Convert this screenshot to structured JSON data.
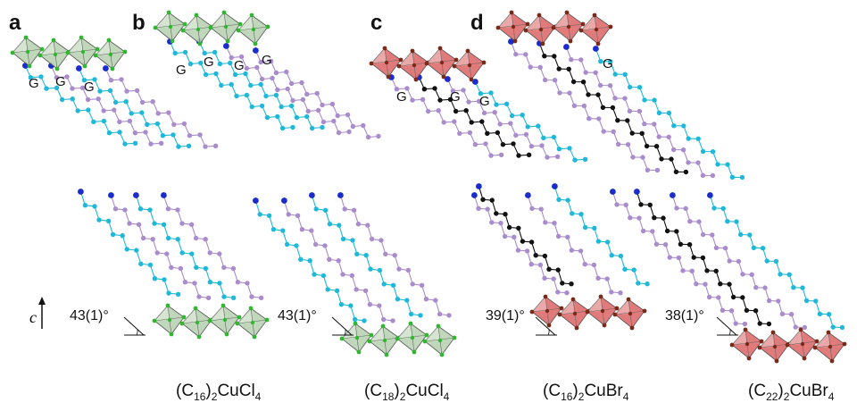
{
  "panels": [
    {
      "letter": "a",
      "formula": {
        "prefix": "(C",
        "n": "16",
        "mid": ")",
        "two": "2",
        "core": "CuCl",
        "x": "4"
      },
      "angle": "43(1)°"
    },
    {
      "letter": "b",
      "formula": {
        "prefix": "(C",
        "n": "18",
        "mid": ")",
        "two": "2",
        "core": "CuCl",
        "x": "4"
      },
      "angle": "43(1)°"
    },
    {
      "letter": "c",
      "formula": {
        "prefix": "(C",
        "n": "16",
        "mid": ")",
        "two": "2",
        "core": "CuBr",
        "x": "4"
      },
      "angle": "39(1)°"
    },
    {
      "letter": "d",
      "formula": {
        "prefix": "(C",
        "n": "22",
        "mid": ")",
        "two": "2",
        "core": "CuBr",
        "x": "4"
      },
      "angle": "38(1)°"
    }
  ],
  "head_group_label": "G",
  "axis_label": "c",
  "colors": {
    "chloride_octahedron": "#b9d3b4",
    "bromide_octahedron": "#de6c6c",
    "chloride_atom": "#2fb82f",
    "bromide_atom": "#7a2a18",
    "nitrogen_atom": "#1a2ccc",
    "chain_cyan": "#1fb8d8",
    "chain_purple": "#a98ccc",
    "chain_black": "#111111"
  }
}
